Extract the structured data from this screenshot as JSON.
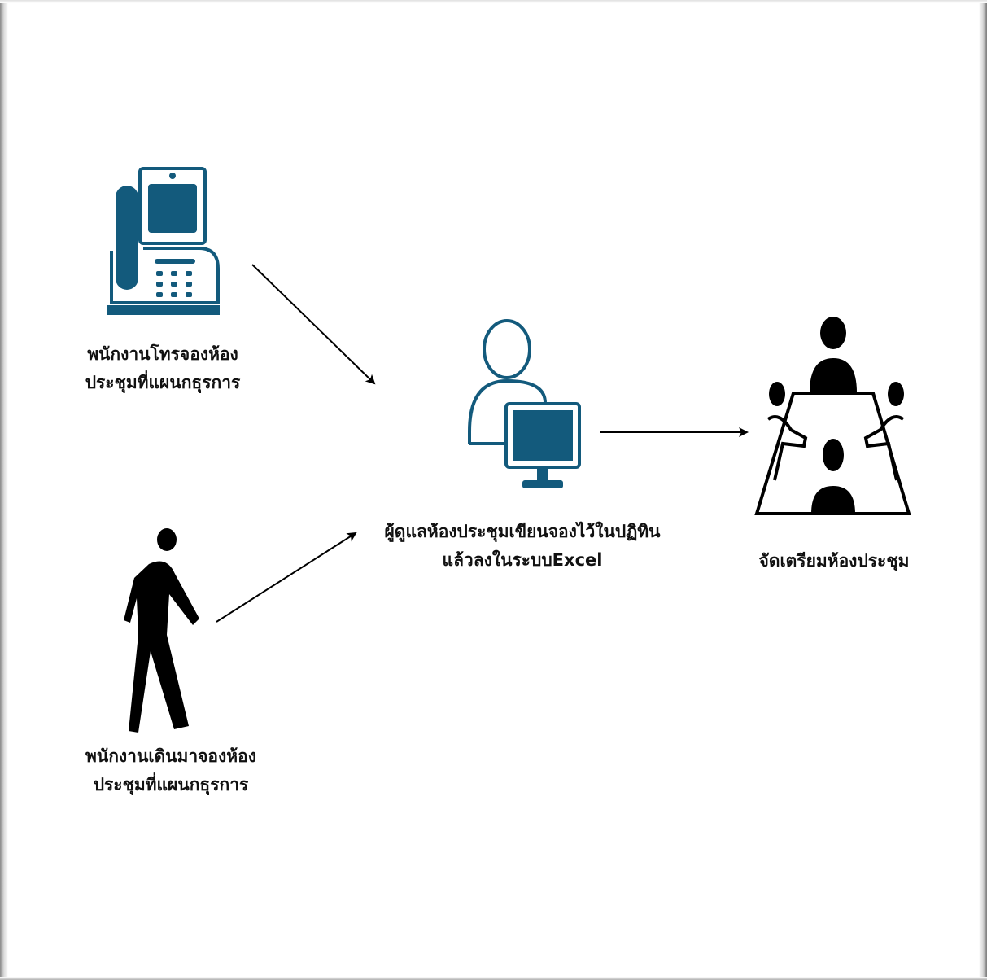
{
  "colors": {
    "accent": "#135a7c",
    "ink": "#000000"
  },
  "nodes": {
    "phone": {
      "icon": "desk-phone-icon",
      "line1": "พนักงานโทรจองห้อง",
      "line2": "ประชุมที่แผนกธุรการ"
    },
    "walk": {
      "icon": "walking-person-icon",
      "line1": "พนักงานเดินมาจองห้อง",
      "line2": "ประชุมที่แผนกธุรการ"
    },
    "admin": {
      "icon": "person-computer-icon",
      "line1": "ผู้ดูแลห้องประชุมเขียนจองไว้ในปฏิทิน",
      "line2": "แล้วลงในระบบExcel"
    },
    "meeting": {
      "icon": "meeting-room-icon",
      "line1": "จัดเตรียมห้องประชุม"
    }
  }
}
